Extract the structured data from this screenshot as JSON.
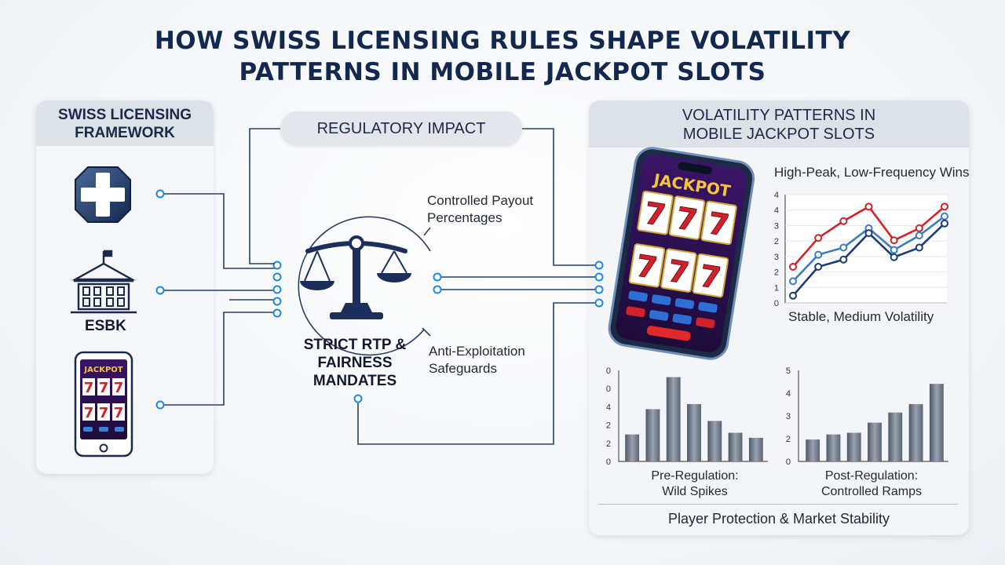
{
  "title": {
    "line1": "HOW SWISS LICENSING RULES SHAPE VOLATILITY",
    "line2": "PATTERNS IN MOBILE JACKPOT SLOTS"
  },
  "left_panel": {
    "header_line1": "SWISS LICENSING",
    "header_line2": "FRAMEWORK",
    "icons": [
      "swiss-cross-icon",
      "government-building-icon",
      "phone-slot-icon"
    ],
    "esbk_label": "ESBK",
    "mini_jackpot": "JACKPOT",
    "reel_symbol": "7"
  },
  "center": {
    "pill_label": "REGULATORY IMPACT",
    "icon": "scales-icon",
    "label_top_line1": "Controlled Payout",
    "label_top_line2": "Percentages",
    "label_bottom_line1": "Anti-Exploitation",
    "label_bottom_line2": "Safeguards",
    "mandate_line1": "STRICT RTP &",
    "mandate_line2": "FAIRNESS",
    "mandate_line3": "MANDATES"
  },
  "right_panel": {
    "header_line1": "VOLATILITY PATTERNS IN",
    "header_line2": "MOBILE JACKPOT SLOTS",
    "phone_jackpot": "JACKPOT",
    "reel_symbol": "7",
    "footer": "Player Protection & Market Stability"
  },
  "colors": {
    "navy": "#13284e",
    "accent_blue": "#1e88e5",
    "red_series": "#d0222a",
    "bar_gray": "#6c7585"
  },
  "chart_data": [
    {
      "type": "line",
      "title": "High-Peak, Low-Frequency Wins",
      "xlabel": "Stable, Medium Volatility",
      "ylabel": "",
      "ylim": [
        0,
        4.5
      ],
      "y_ticks": [
        "0",
        "1",
        "2",
        "3",
        "2",
        "3",
        "4",
        "4"
      ],
      "x": [
        1,
        2,
        3,
        4,
        5,
        6,
        7
      ],
      "series": [
        {
          "name": "",
          "color": "#d0222a",
          "values": [
            1.5,
            2.7,
            3.4,
            4.0,
            2.6,
            3.1,
            4.0
          ]
        },
        {
          "name": "",
          "color": "#3d7cc0",
          "values": [
            0.9,
            2.0,
            2.3,
            3.1,
            2.2,
            2.8,
            3.6
          ]
        },
        {
          "name": "",
          "color": "#1b3d73",
          "values": [
            0.3,
            1.5,
            1.8,
            2.9,
            1.9,
            2.3,
            3.3
          ]
        }
      ]
    },
    {
      "type": "bar",
      "title": "",
      "xlabel": "Pre-Regulation: Wild Spikes",
      "ylabel": "",
      "y_ticks": [
        "0",
        "2",
        "2",
        "4",
        "0",
        "0"
      ],
      "ylim": [
        0,
        5.4
      ],
      "categories": [
        "1",
        "2",
        "3",
        "4",
        "5",
        "6",
        "7"
      ],
      "values": [
        1.6,
        3.1,
        5.0,
        3.4,
        2.4,
        1.7,
        1.4
      ]
    },
    {
      "type": "bar",
      "title": "",
      "xlabel": "Post-Regulation: Controlled Ramps",
      "ylabel": "",
      "y_ticks": [
        "0",
        "2",
        "3",
        "4",
        "5"
      ],
      "ylim": [
        0,
        5.4
      ],
      "categories": [
        "1",
        "2",
        "3",
        "4",
        "5",
        "6",
        "7"
      ],
      "values": [
        1.3,
        1.6,
        1.7,
        2.3,
        2.9,
        3.4,
        4.6
      ]
    }
  ]
}
